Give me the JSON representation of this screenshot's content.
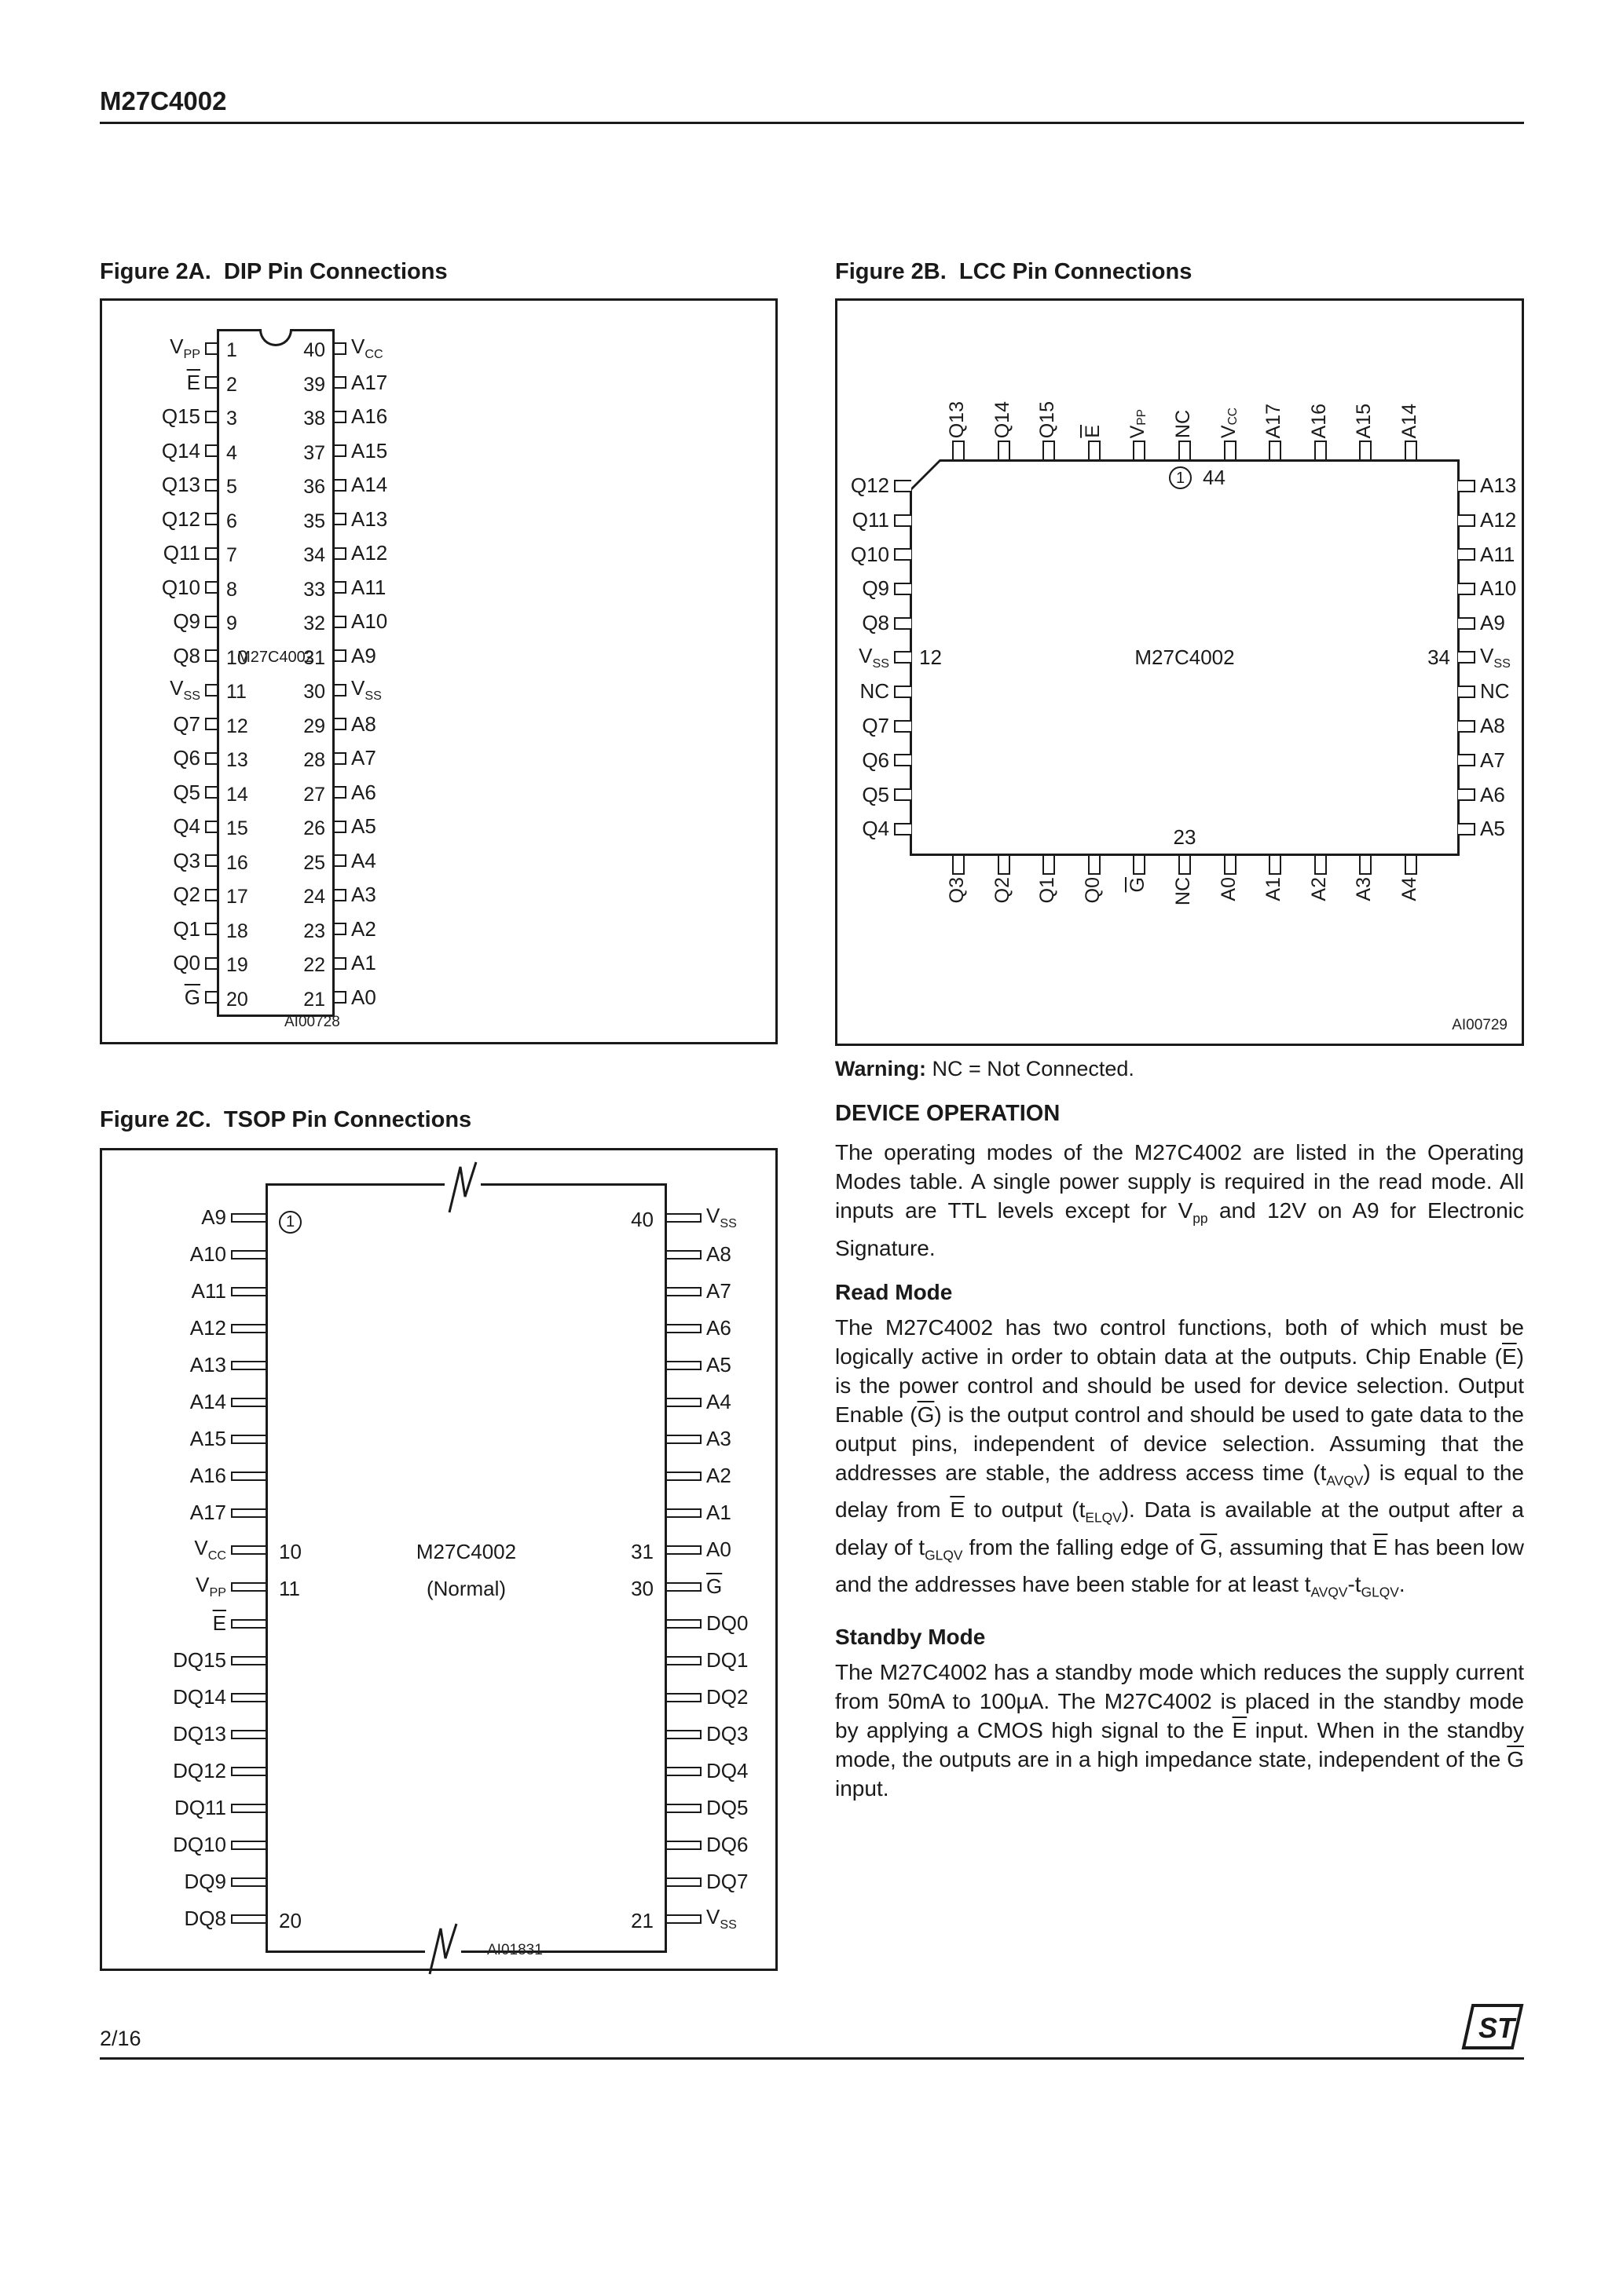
{
  "page": {
    "title": "M27C4002",
    "page_number": "2/16",
    "logo_text": "ST"
  },
  "fig_dip": {
    "caption": "Figure 2A.  DIP Pin Connections",
    "chip": "M27C4002",
    "ref": "AI00728",
    "left": [
      {
        "t": "V_PP_",
        "n": "1"
      },
      {
        "t": "~E~",
        "n": "2"
      },
      {
        "t": "Q15",
        "n": "3"
      },
      {
        "t": "Q14",
        "n": "4"
      },
      {
        "t": "Q13",
        "n": "5"
      },
      {
        "t": "Q12",
        "n": "6"
      },
      {
        "t": "Q11",
        "n": "7"
      },
      {
        "t": "Q10",
        "n": "8"
      },
      {
        "t": "Q9",
        "n": "9"
      },
      {
        "t": "Q8",
        "n": "10"
      },
      {
        "t": "V_SS_",
        "n": "11"
      },
      {
        "t": "Q7",
        "n": "12"
      },
      {
        "t": "Q6",
        "n": "13"
      },
      {
        "t": "Q5",
        "n": "14"
      },
      {
        "t": "Q4",
        "n": "15"
      },
      {
        "t": "Q3",
        "n": "16"
      },
      {
        "t": "Q2",
        "n": "17"
      },
      {
        "t": "Q1",
        "n": "18"
      },
      {
        "t": "Q0",
        "n": "19"
      },
      {
        "t": "~G~",
        "n": "20"
      }
    ],
    "right": [
      {
        "t": "V_CC_",
        "n": "40"
      },
      {
        "t": "A17",
        "n": "39"
      },
      {
        "t": "A16",
        "n": "38"
      },
      {
        "t": "A15",
        "n": "37"
      },
      {
        "t": "A14",
        "n": "36"
      },
      {
        "t": "A13",
        "n": "35"
      },
      {
        "t": "A12",
        "n": "34"
      },
      {
        "t": "A11",
        "n": "33"
      },
      {
        "t": "A10",
        "n": "32"
      },
      {
        "t": "A9",
        "n": "31"
      },
      {
        "t": "V_SS_",
        "n": "30"
      },
      {
        "t": "A8",
        "n": "29"
      },
      {
        "t": "A7",
        "n": "28"
      },
      {
        "t": "A6",
        "n": "27"
      },
      {
        "t": "A5",
        "n": "26"
      },
      {
        "t": "A4",
        "n": "25"
      },
      {
        "t": "A3",
        "n": "24"
      },
      {
        "t": "A2",
        "n": "23"
      },
      {
        "t": "A1",
        "n": "22"
      },
      {
        "t": "A0",
        "n": "21"
      }
    ]
  },
  "fig_lcc": {
    "caption": "Figure 2B.  LCC Pin Connections",
    "chip": "M27C4002",
    "ref": "AI00729",
    "top": [
      "Q13",
      "Q14",
      "Q15",
      "~E~",
      "V_PP_",
      "NC",
      "V_CC_",
      "A17",
      "A16",
      "A15",
      "A14"
    ],
    "bottom": [
      "Q3",
      "Q2",
      "Q1",
      "Q0",
      "~G~",
      "NC",
      "A0",
      "A1",
      "A2",
      "A3",
      "A4"
    ],
    "left": [
      "Q12",
      "Q11",
      "Q10",
      "Q9",
      "Q8",
      "V_SS_",
      "NC",
      "Q7",
      "Q6",
      "Q5",
      "Q4"
    ],
    "right": [
      "A13",
      "A12",
      "A11",
      "A10",
      "A9",
      "V_SS_",
      "NC",
      "A8",
      "A7",
      "A6",
      "A5"
    ],
    "pin1": "1",
    "pin44": "44",
    "pin12": "12",
    "pin34": "34",
    "pin23": "23",
    "warning_label": "Warning:",
    "warning_text": "NC = Not Connected."
  },
  "fig_tsop": {
    "caption": "Figure 2C.  TSOP Pin Connections",
    "chip_line1": "M27C4002",
    "chip_line2": "(Normal)",
    "ref": "AI01831",
    "left": [
      "A9",
      "A10",
      "A11",
      "A12",
      "A13",
      "A14",
      "A15",
      "A16",
      "A17",
      "V_CC_",
      "V_PP_",
      "~E~",
      "DQ15",
      "DQ14",
      "DQ13",
      "DQ12",
      "DQ11",
      "DQ10",
      "DQ9",
      "DQ8"
    ],
    "right": [
      "V_SS_",
      "A8",
      "A7",
      "A6",
      "A5",
      "A4",
      "A3",
      "A2",
      "A1",
      "A0",
      "~G~",
      "DQ0",
      "DQ1",
      "DQ2",
      "DQ3",
      "DQ4",
      "DQ5",
      "DQ6",
      "DQ7",
      "V_SS_"
    ],
    "markers": [
      {
        "row": 1,
        "left": "1",
        "circle": true,
        "right": "40"
      },
      {
        "row": 10,
        "left": "10",
        "right": "31"
      },
      {
        "row": 11,
        "left": "11",
        "right": "30"
      },
      {
        "row": 20,
        "left": "20",
        "right": "21"
      }
    ]
  },
  "sections": {
    "device_operation": {
      "heading": "DEVICE OPERATION",
      "body": "The operating modes of the M27C4002 are listed in the Operating Modes table. A single power supply is required in the read mode. All inputs are TTL levels except for V_pp_ and 12V on A9 for Electronic Signature."
    },
    "read_mode": {
      "heading": "Read Mode",
      "body": "The M27C4002 has two control functions, both of which must be logically active in order to obtain data at the outputs. Chip Enable (~E~) is the power control and should be used for device selection. Output Enable (~G~) is the output control and should be used to gate data to the output pins, independent of device selection. Assuming that the addresses are stable, the address access time (t_AVQV_) is equal to the delay from ~E~ to output (t_ELQV_). Data is available at the output after a delay of t_GLQV_ from the falling edge of ~G~, assuming that ~E~ has been low and the addresses have been stable for at least t_AVQV_-t_GLQV_."
    },
    "standby_mode": {
      "heading": "Standby Mode",
      "body": "The M27C4002 has a standby mode which reduces the supply current from 50mA to 100µA. The M27C4002 is placed in the standby mode by applying a CMOS high signal to the ~E~ input. When in the standby mode, the outputs are in a high impedance state, independent of the ~G~ input."
    }
  }
}
